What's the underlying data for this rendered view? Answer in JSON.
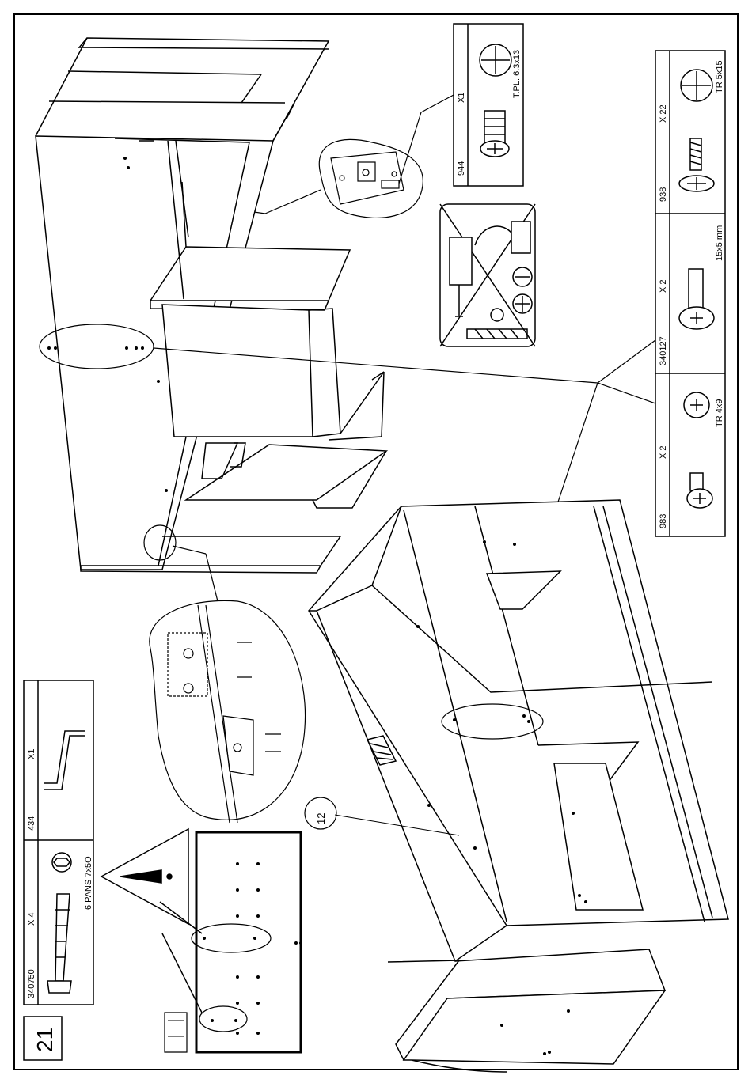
{
  "step_number": "21",
  "callout_number": "12",
  "hardware": {
    "tr_5x15": {
      "code": "938",
      "qty": "X 22",
      "name": "TR 5x15",
      "icon": "phillips-wood-screw-icon"
    },
    "dowel_15x5": {
      "code": "340127",
      "qty": "X 2",
      "name": "15x5 mm",
      "icon": "pan-head-screw-icon"
    },
    "tr_4x9": {
      "code": "983",
      "qty": "X 2",
      "name": "TR 4x9",
      "icon": "short-screw-icon"
    },
    "tpl_6_3x13": {
      "code": "944",
      "qty": "X1",
      "name": "T.PL. 6.3x13",
      "icon": "machine-screw-icon"
    },
    "leg_bolt": {
      "code": "340750",
      "qty": "X 4",
      "name": "6 PANS 7x5O",
      "icon": "hex-bolt-icon"
    },
    "allen_key": {
      "code": "434",
      "qty": "X1",
      "name": "",
      "icon": "allen-key-icon"
    }
  },
  "warnings": {
    "no_power_drill": "no-power-drill-icon",
    "caution": "warning-triangle-icon"
  }
}
